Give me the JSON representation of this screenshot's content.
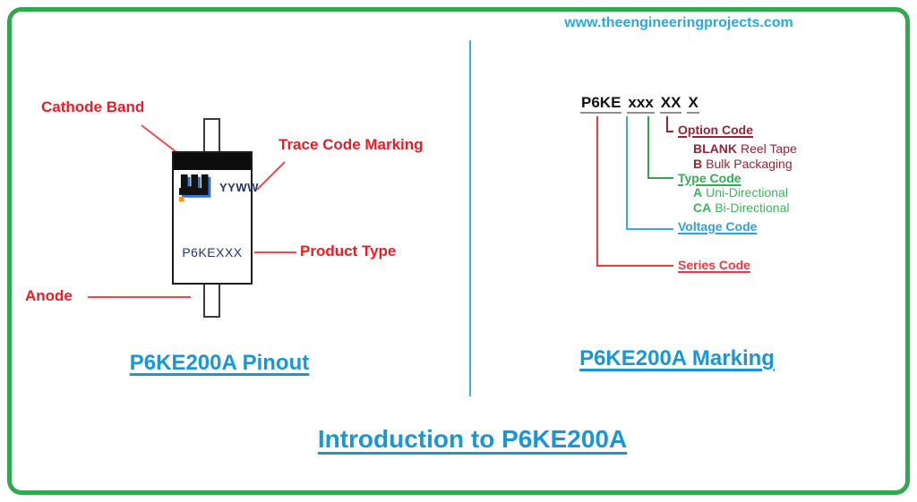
{
  "site": {
    "url": "www.theengineeringprojects.com"
  },
  "colors": {
    "frame_green": "#2fa84e",
    "title_blue": "#1b96d5",
    "divider_blue": "#3ab0e8",
    "callout_red": "#ec1c24",
    "option_maroon": "#992337",
    "type_green": "#2fae53",
    "voltage_blue": "#2ba0e2",
    "series_red": "#ef3a40",
    "device_text_navy": "#24356b"
  },
  "pinout": {
    "title": "P6KE200A Pinout",
    "callouts": {
      "cathode_band": "Cathode Band",
      "trace_code_marking": "Trace Code Marking",
      "product_type": "Product Type",
      "anode": "Anode"
    },
    "device": {
      "logo": "littelfuse-logo",
      "trace_code_text": "YYWW",
      "product_text": "P6KEXXX"
    }
  },
  "marking": {
    "title": "P6KE200A Marking",
    "code_parts": [
      "P6KE",
      "xxx",
      "XX",
      "X"
    ],
    "option_code": {
      "label": "Option Code",
      "items": [
        {
          "code": "BLANK",
          "desc": "Reel Tape"
        },
        {
          "code": "B",
          "desc": "Bulk Packaging"
        }
      ]
    },
    "type_code": {
      "label": "Type Code",
      "items": [
        {
          "code": "A",
          "desc": "Uni-Directional"
        },
        {
          "code": "CA",
          "desc": "Bi-Directional"
        }
      ]
    },
    "voltage_code": {
      "label": "Voltage Code"
    },
    "series_code": {
      "label": "Series Code"
    }
  },
  "footer": {
    "title": "Introduction to P6KE200A"
  }
}
